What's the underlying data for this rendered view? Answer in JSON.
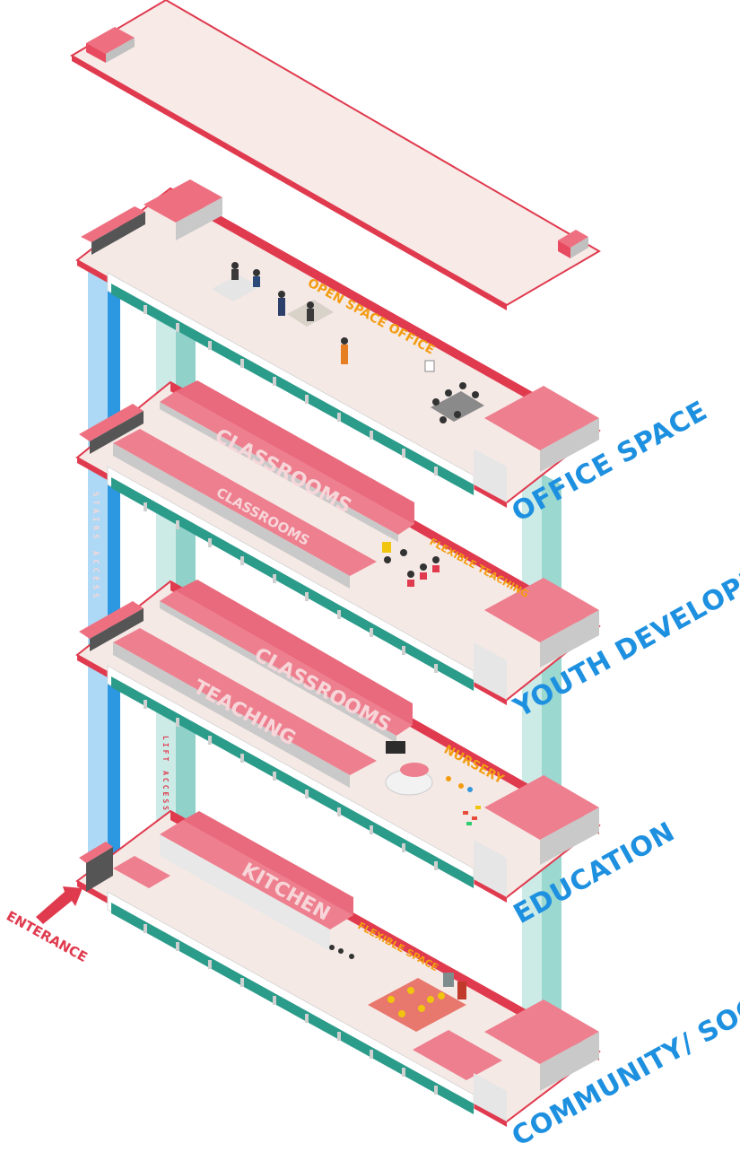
{
  "floors": {
    "office": {
      "side_label": "OFFICE SPACE",
      "room_label": "OPEN SPACE OFFICE"
    },
    "youth": {
      "side_label": "YOUTH DEVELOPMENT",
      "room_main": "CLASSROOMS",
      "room_secondary": "CLASSROOMS",
      "flex_label": "FLEXIBLE TEACHING"
    },
    "education": {
      "side_label": "EDUCATION",
      "room_main": "CLASSROOMS",
      "room_secondary": "TEACHING",
      "nursery_label": "NURSERY"
    },
    "community": {
      "side_label": "COMMUNITY/ SOCIAL",
      "room_main": "KITCHEN",
      "flex_label": "FLEXIBLE SPACE"
    }
  },
  "circulation": {
    "stairs_label": "STAIRS ACCESS",
    "lift_label": "LIFT ACCESS",
    "entrance_label": "ENTERANCE"
  },
  "colors": {
    "floor_slab": "#f5e9e5",
    "edge_red": "#e03a4e",
    "room_pink": "#ee7f8f",
    "wall_teal": "#2b9b8a",
    "stair_blue": "#1e90e0",
    "lift_teal": "#8fd3cb",
    "label_blue": "#1e90e0",
    "label_orange": "#f39c12"
  }
}
